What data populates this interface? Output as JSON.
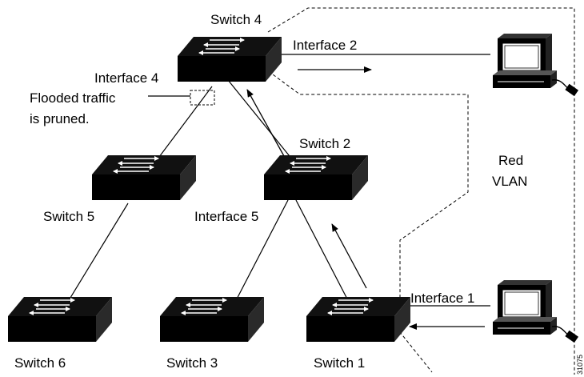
{
  "switches": {
    "s4": "Switch 4",
    "s2": "Switch 2",
    "s5": "Switch 5",
    "s6": "Switch 6",
    "s3": "Switch 3",
    "s1": "Switch 1"
  },
  "interfaces": {
    "i2": "Interface 2",
    "i4": "Interface 4",
    "i5": "Interface 5",
    "i1": "Interface 1"
  },
  "notes": {
    "flooded_line1": "Flooded traffic",
    "flooded_line2": "is pruned.",
    "vlan_line1": "Red",
    "vlan_line2": "VLAN"
  },
  "figure_id": "31075"
}
